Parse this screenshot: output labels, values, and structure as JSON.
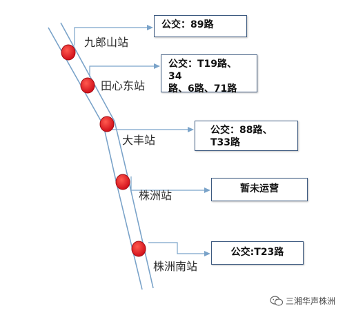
{
  "stations": [
    {
      "name": "九郎山站",
      "bus_lines": [
        "公交：89路"
      ]
    },
    {
      "name": "田心东站",
      "bus_lines": [
        "公交：T19路、34",
        "路、6路、71路"
      ]
    },
    {
      "name": "大丰站",
      "bus_lines": [
        "公交：88路、",
        "T33路"
      ]
    },
    {
      "name": "株洲站",
      "bus_lines": [
        "暂未运营"
      ]
    },
    {
      "name": "株洲南站",
      "bus_lines": [
        "公交:T23路"
      ]
    }
  ],
  "watermark": {
    "text": "三湘华声株洲"
  },
  "colors": {
    "track": "#7aa3c9",
    "station_marker": "#e41e26",
    "connector": "#7aa3c9",
    "box_border": "#3d5a80"
  }
}
